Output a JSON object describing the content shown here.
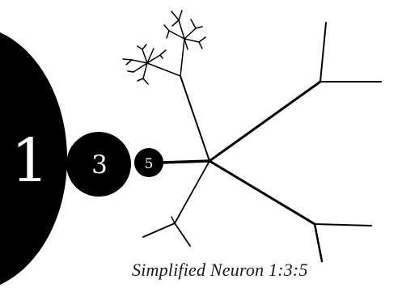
{
  "diagram": {
    "caption": "Simplified Neuron 1:3:5",
    "labels": {
      "large_circle": "1",
      "medium_circle": "3",
      "small_circle": "5"
    },
    "colors": {
      "ink": "#000000",
      "background": "#ffffff",
      "label_text": "#ffffff"
    }
  }
}
